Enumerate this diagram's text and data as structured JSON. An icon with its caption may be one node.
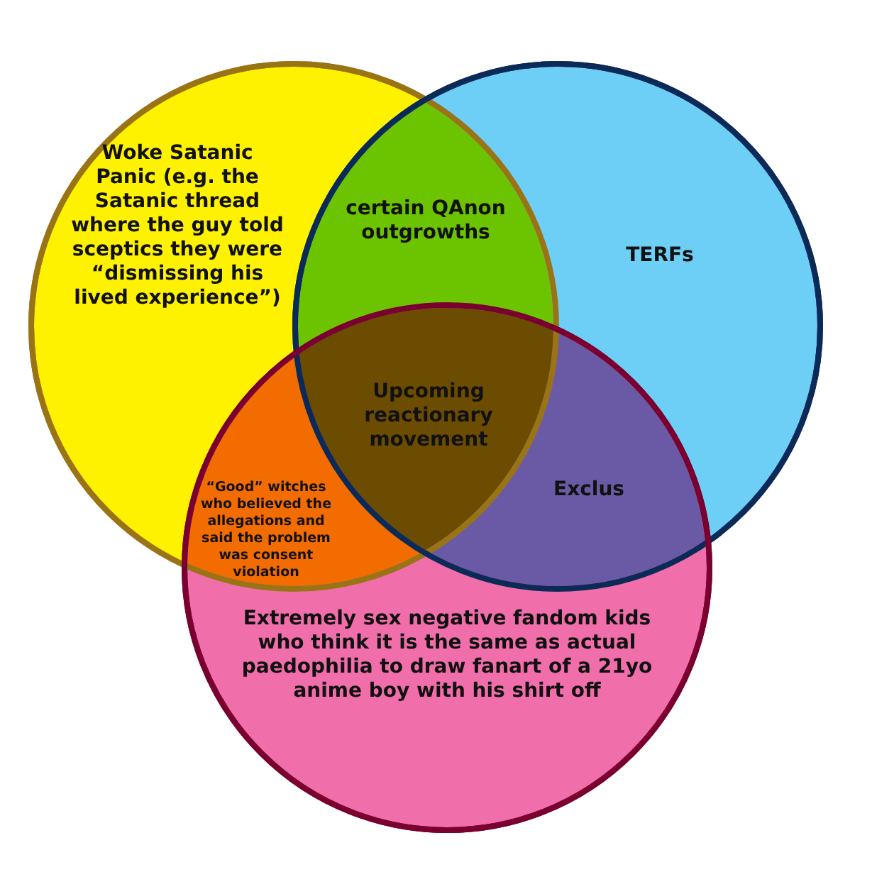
{
  "diagram": {
    "nodes": [
      {
        "text": [
          "Woke Satanic Panic (e.g. the Satanic thread where the guy told sceptics they were “dismissing his lived experience”)"
        ]
      },
      {
        "text": [
          "TERFs"
        ]
      },
      {
        "text": [
          "Extremely sex negative fandom kids who think it is the same as actual paedophilia to draw fanart of a 21yo anime boy with his shirt off"
        ]
      }
    ],
    "edges": [],
    "labels": [
      "certain QAnon outgrowths",
      "Upcoming reactionary movement",
      "“Good” witches who believed the allegations and said the problem was consent violation",
      "Exclus"
    ]
  }
}
